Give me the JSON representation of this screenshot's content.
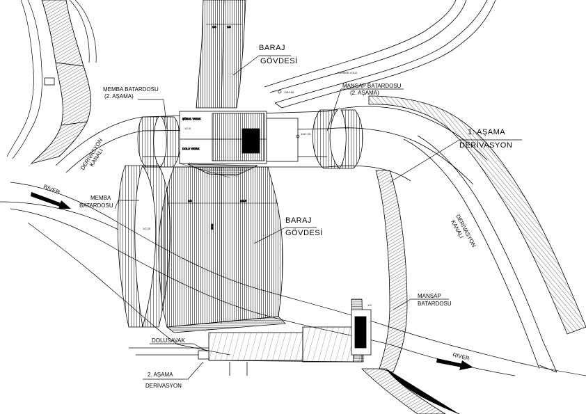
{
  "labels": {
    "baraj_top_1": "BARAJ",
    "baraj_top_2": "GÖVDESİ",
    "baraj_mid_1": "BARAJ",
    "baraj_mid_2": "GÖVDESİ",
    "memba_top_1": "MEMBA BATARDOSU",
    "memba_top_2": "(2. AŞAMA)",
    "mansap_top_1": "MANSAP BATARDOSU",
    "mansap_top_2": "(2. AŞAMA)",
    "asama1_1": "1. AŞAMA",
    "asama1_2": "DERİVASYON",
    "deriv_kanali_left_1": "DERİVASYON",
    "deriv_kanali_left_2": "KANALI",
    "deriv_kanali_right_1": "DERİVASYON",
    "deriv_kanali_right_2": "KANALI",
    "river_left": "RIVER",
    "river_right": "RIVER",
    "memba_left_1": "MEMBA",
    "memba_left_2": "BATARDOSU",
    "mansap_right_1": "MANSAP",
    "mansap_right_2": "BATARDOSU",
    "dolusavak": "DOLUSAVAK",
    "asama2_1": "2. AŞAMA",
    "asama2_2": "DERİVASYON"
  },
  "colors": {
    "line": "#000000",
    "background": "#ffffff"
  }
}
